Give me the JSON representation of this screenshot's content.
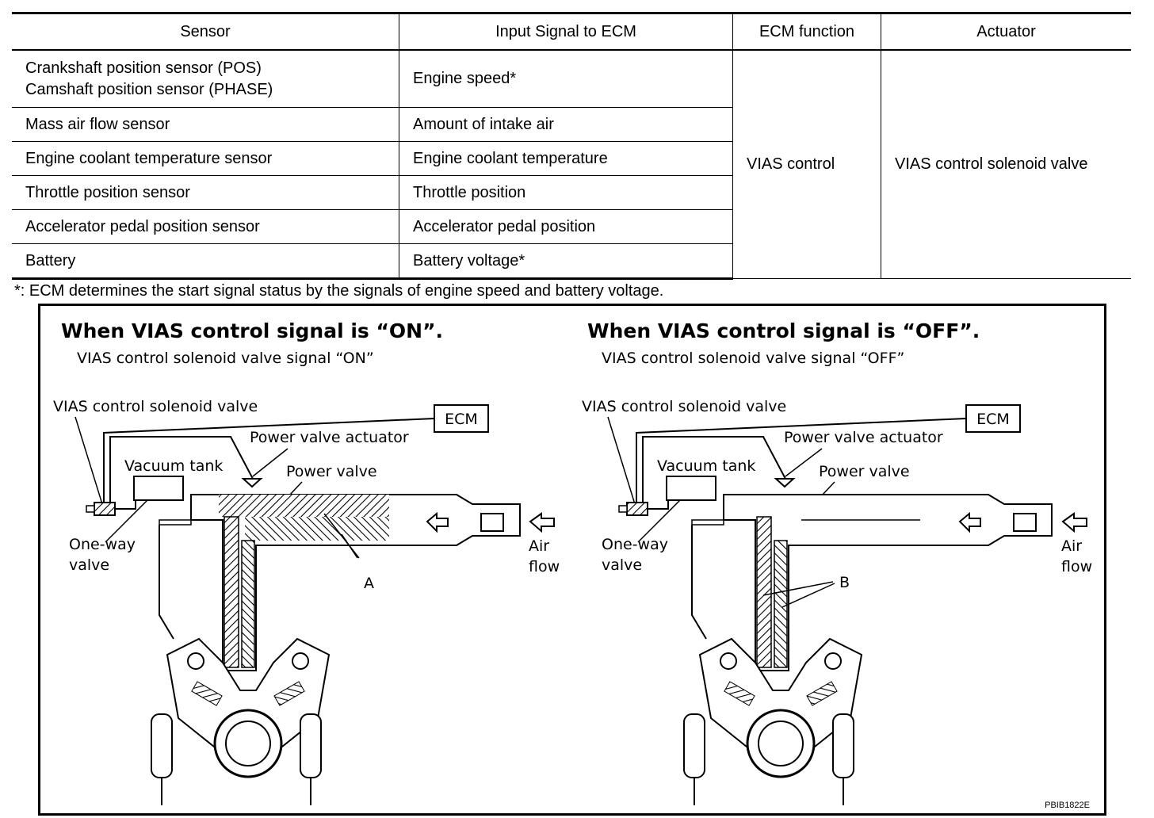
{
  "table": {
    "headers": [
      "Sensor",
      "Input Signal to ECM",
      "ECM function",
      "Actuator"
    ],
    "rows": [
      {
        "sensor": "Crankshaft position sensor (POS)",
        "sensor_line2": "Camshaft position sensor (PHASE)",
        "signal": "Engine speed*"
      },
      {
        "sensor": "Mass air flow sensor",
        "signal": "Amount of intake air"
      },
      {
        "sensor": "Engine coolant temperature sensor",
        "signal": "Engine coolant temperature"
      },
      {
        "sensor": "Throttle position sensor",
        "signal": "Throttle position"
      },
      {
        "sensor": "Accelerator pedal position sensor",
        "signal": "Accelerator pedal position"
      },
      {
        "sensor": "Battery",
        "signal": "Battery voltage*"
      }
    ],
    "ecm_function": "VIAS control",
    "actuator": "VIAS control solenoid valve"
  },
  "footnote": "*: ECM determines the start signal status by the signals of engine speed and battery voltage.",
  "figure": {
    "left": {
      "title": "When VIAS control signal is “ON”.",
      "subtitle": "VIAS control solenoid valve signal “ON”",
      "label_solenoid": "VIAS control solenoid valve",
      "label_ecm": "ECM",
      "label_actuator": "Power valve actuator",
      "label_tank": "Vacuum tank",
      "label_power_valve": "Power valve",
      "label_oneway_1": "One-way",
      "label_oneway_2": "valve",
      "label_air_1": "Air",
      "label_air_2": "flow",
      "label_marker": "A"
    },
    "right": {
      "title": "When VIAS control signal is “OFF”.",
      "subtitle": "VIAS control solenoid valve signal “OFF”",
      "label_solenoid": "VIAS control solenoid valve",
      "label_ecm": "ECM",
      "label_actuator": "Power valve actuator",
      "label_tank": "Vacuum tank",
      "label_power_valve": "Power valve",
      "label_oneway_1": "One-way",
      "label_oneway_2": "valve",
      "label_air_1": "Air",
      "label_air_2": "flow",
      "label_marker": "B"
    },
    "code": "PBIB1822E"
  }
}
